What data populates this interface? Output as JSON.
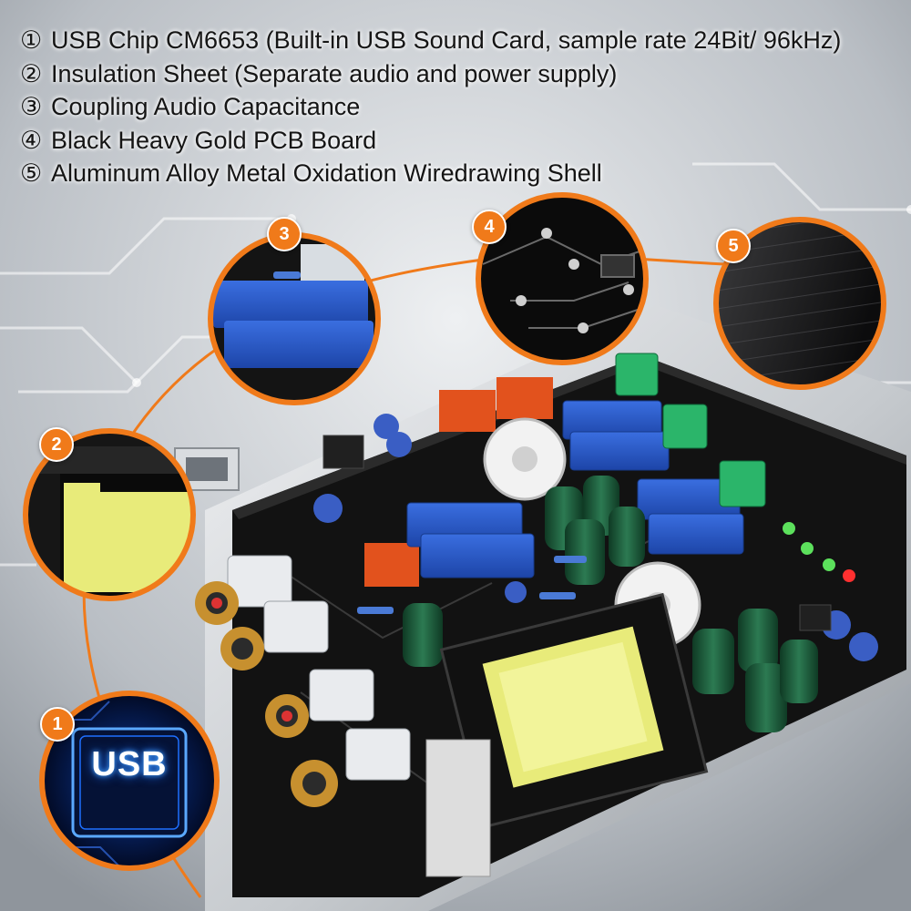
{
  "features": [
    {
      "marker": "①",
      "text": "USB Chip CM6653 (Built-in USB Sound Card, sample rate 24Bit/ 96kHz)"
    },
    {
      "marker": "②",
      "text": "Insulation Sheet (Separate audio and power supply)"
    },
    {
      "marker": "③",
      "text": "Coupling Audio Capacitance"
    },
    {
      "marker": "④",
      "text": "Black Heavy Gold PCB Board"
    },
    {
      "marker": "⑤",
      "text": "Aluminum Alloy Metal Oxidation Wiredrawing Shell"
    }
  ],
  "callouts": {
    "b1": "1",
    "b2": "2",
    "b3": "3",
    "b4": "4",
    "b5": "5"
  },
  "usb_label": "USB",
  "colors": {
    "accent_orange": "#f07a1a",
    "pcb_black": "#141414",
    "capacitor_blue": "#2456c8",
    "capacitor_green": "#1f5a3a",
    "transformer_yellow": "#e8eb7a",
    "shell_silver": "#c9cdd2"
  }
}
